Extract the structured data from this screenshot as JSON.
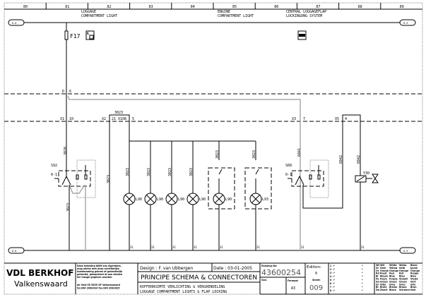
{
  "columns": [
    "80",
    "81",
    "82",
    "83",
    "84",
    "85",
    "86",
    "87",
    "88",
    "89"
  ],
  "sections": [
    {
      "line1": "LUGGAGE",
      "line2": "COMPARTMENT LIGHT"
    },
    {
      "line1": "ENGINE",
      "line2": "COMPARTMENT LIGHT"
    },
    {
      "line1": "CENTRAL LUGGAGEFLAP",
      "line2": "LOCKINGDNG SYSTEM"
    }
  ],
  "bus": {
    "top_left": "8-8",
    "top_right": "8-9",
    "bottom_left": "8-8",
    "bottom_right": "8-9"
  },
  "fuse": "F17",
  "connectors": {
    "d": "D",
    "d_pin": "6",
    "x1": "X1",
    "x1_pin": "10",
    "x2": "X2",
    "x2_pin": "21",
    "x108": "X108",
    "x108_pin": "5",
    "x3": "X3",
    "x3_pin": "7",
    "x5": "X5",
    "x5_pin": "4"
  },
  "wires": {
    "w3020": "3020",
    "w3023": "3023",
    "w6041": "6041",
    "w6042": "6042"
  },
  "components": {
    "s92": "S92",
    "s68": "S68",
    "y30": "Y30",
    "switch_pos": "0-1",
    "lamps": [
      "L90",
      "L90",
      "L90",
      "L90",
      "L90",
      "L93"
    ],
    "ground": "31"
  },
  "title_block": {
    "company": "VDL BERKHOF",
    "city": "Valkenswaard",
    "disclaimer": [
      "Deze tekening blijft ons eigendom,",
      "mag alleen met onze schriftelijke",
      "toestemming geheel of gedeeltelijk",
      "gebruikt, gekopieerd of aan derden",
      "ter inzage gegeven worden."
    ],
    "address": [
      "de Vest 55 5555 XP Valkenswaard",
      "tel.040 2082424 fax.040 2082425"
    ],
    "design": "Design : F. van Ubbergen",
    "date": "Date : 03-01-2005",
    "title": "PRINCIPE SCHEMA & CONNECTOREN",
    "subtitle_nl": "KOFFERRUIMTE VERLICHTING & VERGRENDELING",
    "subtitle_en": "LUGGAGE COMPARTMENT LIGHTS & FLAP LOCKING",
    "drawing_no_label": "Drawing No:",
    "drawing_no": "43600254",
    "gez_label": "Gez:",
    "formaat_label": "Formaat",
    "formaat": "A3",
    "edition_label": "Edition:",
    "edition": "0",
    "sheet_label": "Sheet:",
    "sheet": "009",
    "revisions": [
      "1",
      "2",
      "3",
      "4",
      "5",
      "6",
      "7",
      "8"
    ],
    "colors": [
      [
        "Wt",
        "Wit",
        "White",
        "Weiss",
        "Blanc"
      ],
      [
        "Gl",
        "Geel",
        "Yellow",
        "Gelb",
        "Jaune"
      ],
      [
        "Or",
        "Oranje",
        "Orange",
        "Orange",
        "Orange"
      ],
      [
        "Rd",
        "Rood",
        "Red",
        "Rot",
        "Rouge"
      ],
      [
        "Bl",
        "Blauw",
        "Blue",
        "Blau",
        "Bleu"
      ],
      [
        "Pa",
        "Paars",
        "Purple",
        "Violett",
        "Violet"
      ],
      [
        "Gn",
        "Groen",
        "Green",
        "Gruen",
        "Vert"
      ],
      [
        "Gr",
        "Grijs",
        "Grey",
        "Grau",
        "Gris"
      ],
      [
        "Br",
        "Bruin",
        "Brown",
        "Braun",
        "Brun"
      ],
      [
        "Zw",
        "Zwart",
        "Black",
        "Schwarz",
        "Noir"
      ]
    ]
  }
}
